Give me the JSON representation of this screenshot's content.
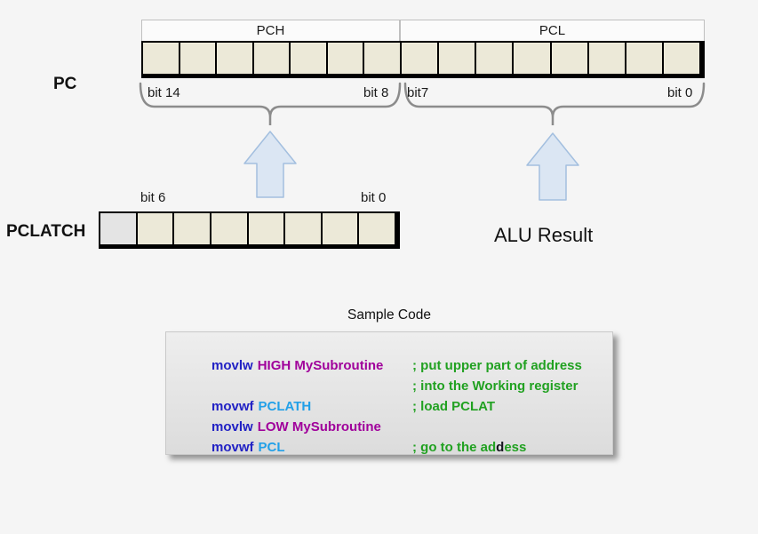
{
  "diagram": {
    "pc": {
      "label": "PC",
      "sections": [
        {
          "name": "PCH",
          "cells": 7,
          "bit_left": "bit 14",
          "bit_right": "bit 8"
        },
        {
          "name": "PCL",
          "cells": 8,
          "bit_left": "bit7",
          "bit_right": "bit 0"
        }
      ]
    },
    "pclatch": {
      "label": "PCLATCH",
      "cells": 8,
      "bit_left": "bit 6",
      "bit_right": "bit 0"
    },
    "alu_result_label": "ALU Result"
  },
  "sample_code": {
    "title": "Sample Code",
    "lines": [
      {
        "mnemonic": "movlw",
        "operand": "HIGH MySubroutine",
        "comment": "; put upper part of address"
      },
      {
        "mnemonic": "",
        "operand": "",
        "comment": "; into the Working register"
      },
      {
        "mnemonic": "movwf",
        "operand": "PCLATH",
        "comment": "; load PCLAT"
      },
      {
        "mnemonic": "movlw",
        "operand": "LOW MySubroutine",
        "comment": ""
      },
      {
        "mnemonic": "movwf",
        "operand": "PCL",
        "comment_pre": "; go to the ad",
        "comment_dark": "d",
        "comment_post": "ess"
      }
    ]
  },
  "colors": {
    "background": "#f5f5f5",
    "cell_fill": "#ece9d8",
    "cell_gray": "#e4e4e4",
    "register_border": "#000000",
    "header_fill": "#fbfbfb",
    "header_border": "#bfbfbf",
    "brace": "#8c8c8c",
    "arrow_fill": "#dbe6f3",
    "arrow_stroke": "#a3bfdf",
    "code_box_fill": "#e4e4e4",
    "code_mnemonic": "#2121c4",
    "code_operand_purple": "#a0009b",
    "code_operand_cyan": "#22a0e8",
    "code_comment_green": "#21a121",
    "code_comment_dark": "#15151f"
  }
}
